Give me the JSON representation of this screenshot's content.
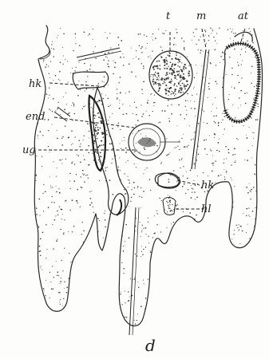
{
  "figure": {
    "panel_letter": "d",
    "labels": {
      "t": "t",
      "m": "m",
      "at": "at",
      "hk_upper": "hk",
      "end": "end",
      "ug": "ug",
      "hk_lower": "hk",
      "hl": "hl"
    }
  }
}
